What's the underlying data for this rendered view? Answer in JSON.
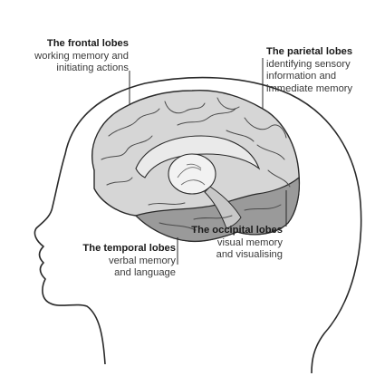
{
  "labels": {
    "frontal": {
      "title": "The frontal lobes",
      "line1": "working memory and",
      "line2": "initiating actions"
    },
    "parietal": {
      "title": "The parietal lobes",
      "line1": "identifying sensory",
      "line2": "information and",
      "line3": "immediate memory"
    },
    "temporal": {
      "title": "The temporal lobes",
      "line1": "verbal memory",
      "line2": "and language"
    },
    "occipital": {
      "title": "The occipital lobes",
      "line1": "visual memory",
      "line2": "and visualising"
    }
  },
  "colors": {
    "outline": "#2a2a2a",
    "cortex_light": "#d9d9d9",
    "cortex_mid": "#bdbdbd",
    "lobe_dark": "#8f8f8f",
    "deep_structure": "#e6e6e6"
  }
}
